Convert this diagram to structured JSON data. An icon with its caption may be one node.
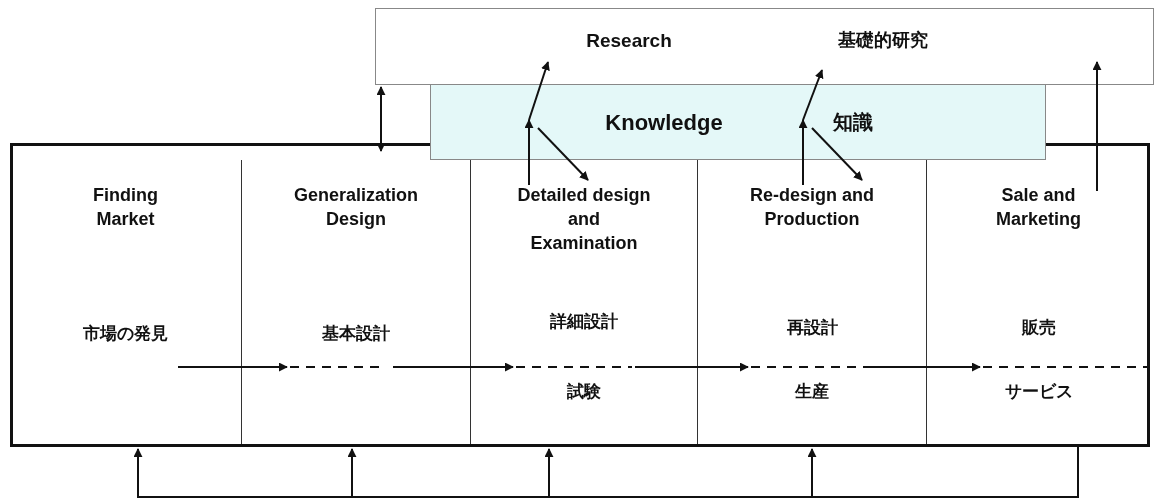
{
  "diagram": {
    "nodes": [
      {
        "text": [
          "Research",
          "基礎的研究"
        ]
      },
      {
        "text": [
          "Knowledge",
          "知識"
        ]
      },
      {
        "text": [],
        "shape": "box"
      },
      {
        "text": [
          "Finding Market",
          "市場の発見"
        ],
        "in": 2
      },
      {
        "text": [
          "Generalization Design",
          "基本設計"
        ],
        "in": 2
      },
      {
        "text": [
          "Detailed design and Examination",
          "詳細設計",
          "試験"
        ],
        "in": 2
      },
      {
        "text": [
          "Re-design and Production",
          "再設計",
          "生産"
        ],
        "in": 2
      },
      {
        "text": [
          "Sale and Marketing",
          "販売",
          "サービス"
        ],
        "in": 2
      }
    ],
    "edges": [
      {
        "from": 0,
        "to": 4,
        "arrow": "both"
      },
      {
        "from": 1,
        "to": 0,
        "arrow": "to"
      },
      {
        "from": 5,
        "to": 1,
        "arrow": "to"
      },
      {
        "from": 1,
        "to": 5,
        "arrow": "to"
      },
      {
        "from": 1,
        "to": 0,
        "arrow": "to"
      },
      {
        "from": 6,
        "to": 1,
        "arrow": "to"
      },
      {
        "from": 1,
        "to": 6,
        "arrow": "to"
      },
      {
        "from": 7,
        "to": 0,
        "arrow": "to"
      },
      {
        "from": 3,
        "to": 4,
        "arrow": "to"
      },
      {
        "from": 4,
        "to": 5,
        "arrow": "to"
      },
      {
        "from": 5,
        "to": 6,
        "arrow": "to"
      },
      {
        "from": 6,
        "to": 7,
        "arrow": "to"
      },
      {
        "from": 7,
        "to": 3,
        "arrow": "to"
      },
      {
        "from": 7,
        "to": 4,
        "arrow": "to"
      },
      {
        "from": 7,
        "to": 5,
        "arrow": "to"
      },
      {
        "from": 7,
        "to": 6,
        "arrow": "to"
      }
    ]
  }
}
